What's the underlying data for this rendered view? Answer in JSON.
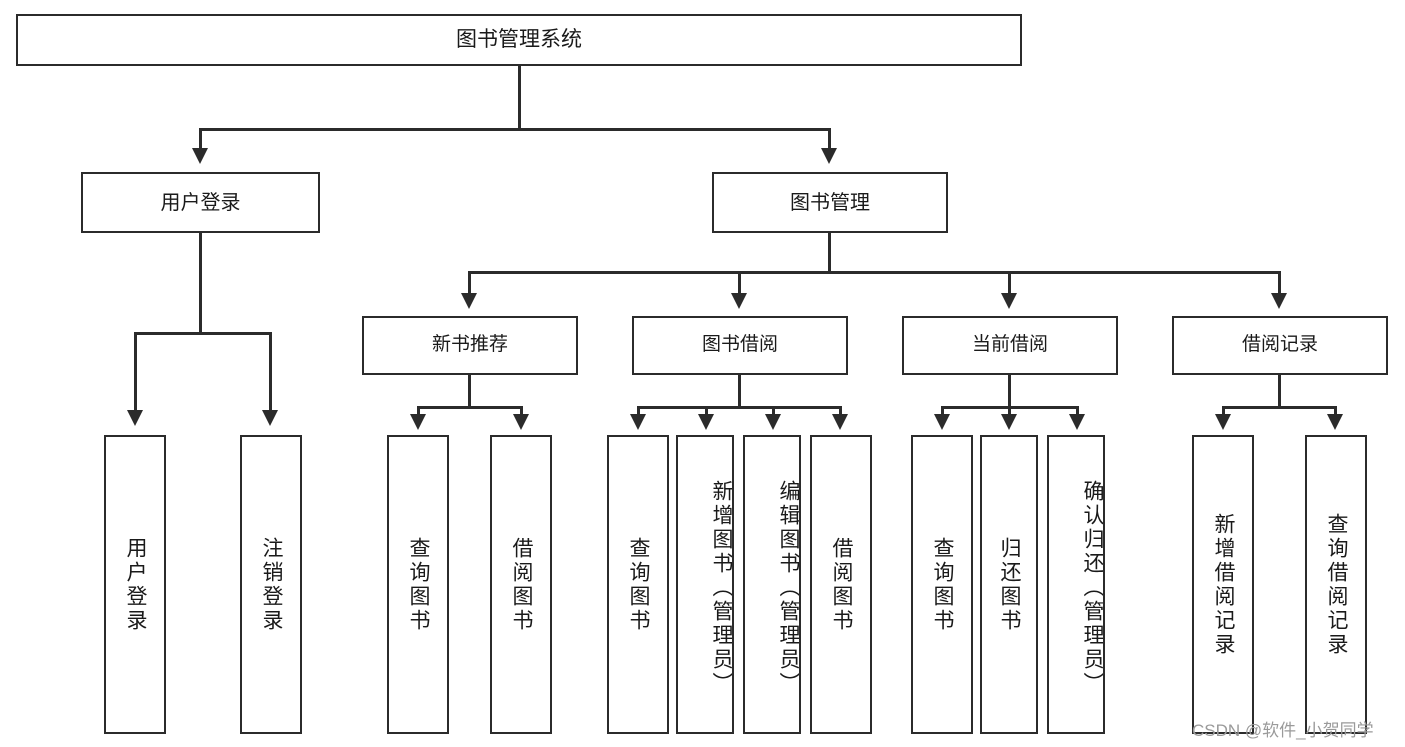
{
  "diagram": {
    "title": "图书管理系统",
    "type": "tree-hierarchy",
    "root": {
      "label": "图书管理系统"
    },
    "level1": [
      {
        "label": "用户登录"
      },
      {
        "label": "图书管理"
      }
    ],
    "level2": [
      {
        "label": "新书推荐"
      },
      {
        "label": "图书借阅"
      },
      {
        "label": "当前借阅"
      },
      {
        "label": "借阅记录"
      }
    ],
    "leaves": {
      "user_login": [
        {
          "label": "用户登录"
        },
        {
          "label": "注销登录"
        }
      ],
      "new_book_recommend": [
        {
          "label": "查询图书"
        },
        {
          "label": "借阅图书"
        }
      ],
      "book_borrow": [
        {
          "label": "查询图书"
        },
        {
          "label": "新增图书（管理员）"
        },
        {
          "label": "编辑图书（管理员）"
        },
        {
          "label": "借阅图书"
        }
      ],
      "current_borrow": [
        {
          "label": "查询图书"
        },
        {
          "label": "归还图书"
        },
        {
          "label": "确认归还（管理员）"
        }
      ],
      "borrow_record": [
        {
          "label": "新增借阅记录"
        },
        {
          "label": "查询借阅记录"
        }
      ]
    }
  },
  "watermark": {
    "text": "CSDN @软件_小贺同学"
  },
  "colors": {
    "stroke": "#2b2b2b",
    "background": "#ffffff",
    "text": "#1a1a1a",
    "watermark": "#9a9a9a"
  }
}
